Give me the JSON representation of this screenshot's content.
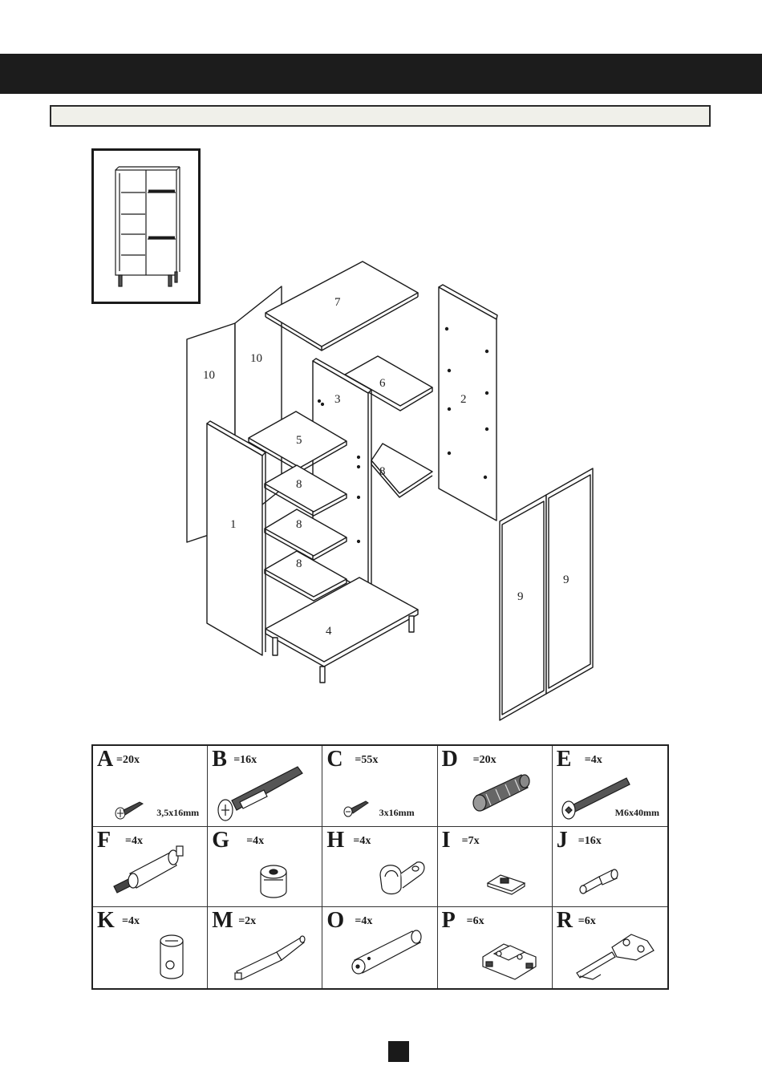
{
  "panels": [
    {
      "id": "7",
      "label": "7"
    },
    {
      "id": "10a",
      "label": "10"
    },
    {
      "id": "10b",
      "label": "10"
    },
    {
      "id": "6",
      "label": "6"
    },
    {
      "id": "3",
      "label": "3"
    },
    {
      "id": "2",
      "label": "2"
    },
    {
      "id": "5",
      "label": "5"
    },
    {
      "id": "8a",
      "label": "8"
    },
    {
      "id": "8b",
      "label": "8"
    },
    {
      "id": "8c",
      "label": "8"
    },
    {
      "id": "8d",
      "label": "8"
    },
    {
      "id": "1",
      "label": "1"
    },
    {
      "id": "4",
      "label": "4"
    },
    {
      "id": "9a",
      "label": "9"
    },
    {
      "id": "9b",
      "label": "9"
    }
  ],
  "parts": [
    {
      "letter": "A",
      "qty": "=20x",
      "size": "3,5x16mm",
      "icon": "wood-screw-icon"
    },
    {
      "letter": "B",
      "qty": "=16x",
      "size": "",
      "icon": "cam-bolt-icon"
    },
    {
      "letter": "C",
      "qty": "=55x",
      "size": "3x16mm",
      "icon": "small-screw-icon"
    },
    {
      "letter": "D",
      "qty": "=20x",
      "size": "",
      "icon": "wooden-dowel-icon"
    },
    {
      "letter": "E",
      "qty": "=4x",
      "size": "M6x40mm",
      "icon": "bolt-icon"
    },
    {
      "letter": "F",
      "qty": "=4x",
      "size": "",
      "icon": "rail-connector-icon"
    },
    {
      "letter": "G",
      "qty": "=4x",
      "size": "",
      "icon": "cam-lock-icon"
    },
    {
      "letter": "H",
      "qty": "=4x",
      "size": "",
      "icon": "rail-support-icon"
    },
    {
      "letter": "I",
      "qty": "=7x",
      "size": "",
      "icon": "bracket-plate-icon"
    },
    {
      "letter": "J",
      "qty": "=16x",
      "size": "",
      "icon": "shelf-pin-icon"
    },
    {
      "letter": "K",
      "qty": "=4x",
      "size": "",
      "icon": "barrel-nut-icon"
    },
    {
      "letter": "M",
      "qty": "=2x",
      "size": "",
      "icon": "push-latch-icon"
    },
    {
      "letter": "O",
      "qty": "=4x",
      "size": "",
      "icon": "hanging-rail-icon"
    },
    {
      "letter": "P",
      "qty": "=6x",
      "size": "",
      "icon": "hinge-plate-icon"
    },
    {
      "letter": "R",
      "qty": "=6x",
      "size": "",
      "icon": "hinge-icon"
    }
  ]
}
